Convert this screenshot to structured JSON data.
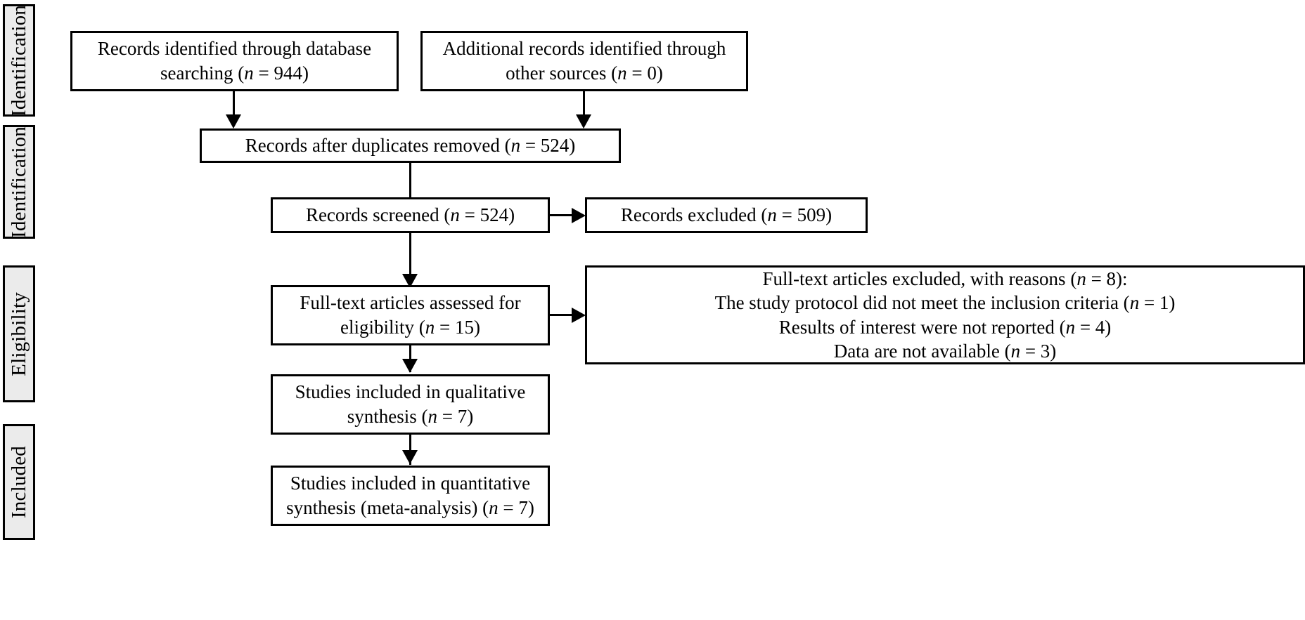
{
  "diagram": {
    "title": "PRISMA flow diagram",
    "type": "flowchart",
    "background_color": "#ffffff",
    "line_color": "#000000",
    "stage_fill_color": "#ebebeb"
  },
  "stages": [
    {
      "label": "Identification"
    },
    {
      "label": "Identification"
    },
    {
      "label": "Eligibility"
    },
    {
      "label": "Included"
    }
  ],
  "boxes": {
    "database_records": "Records identified through database searching (n = 944)",
    "other_records": "Additional records identified through other sources (n = 0)",
    "duplicates_removed": "Records after duplicates removed (n = 524)",
    "records_screened": "Records screened (n = 524)",
    "records_excluded": "Records excluded (n = 509)",
    "fulltext_assessed": "Full-text articles assessed for eligibility (n = 15)",
    "fulltext_excluded": "Full-text articles excluded, with reasons (n = 8):\nThe study protocol did not meet the inclusion criteria (n = 1)\nResults of interest were not reported (n = 4)\nData are not available (n = 3)",
    "qualitative_synthesis": "Studies included in qualitative synthesis (n = 7)",
    "quantitative_synthesis": "Studies included in quantitative synthesis (meta-analysis) (n = 7)"
  },
  "counts": {
    "database_searching": 944,
    "other_sources": 0,
    "after_duplicates": 524,
    "screened": 524,
    "excluded": 509,
    "fulltext_assessed": 15,
    "fulltext_excluded_total": 8,
    "reason_protocol": 1,
    "reason_results": 4,
    "reason_data": 3,
    "qualitative": 7,
    "quantitative": 7
  }
}
